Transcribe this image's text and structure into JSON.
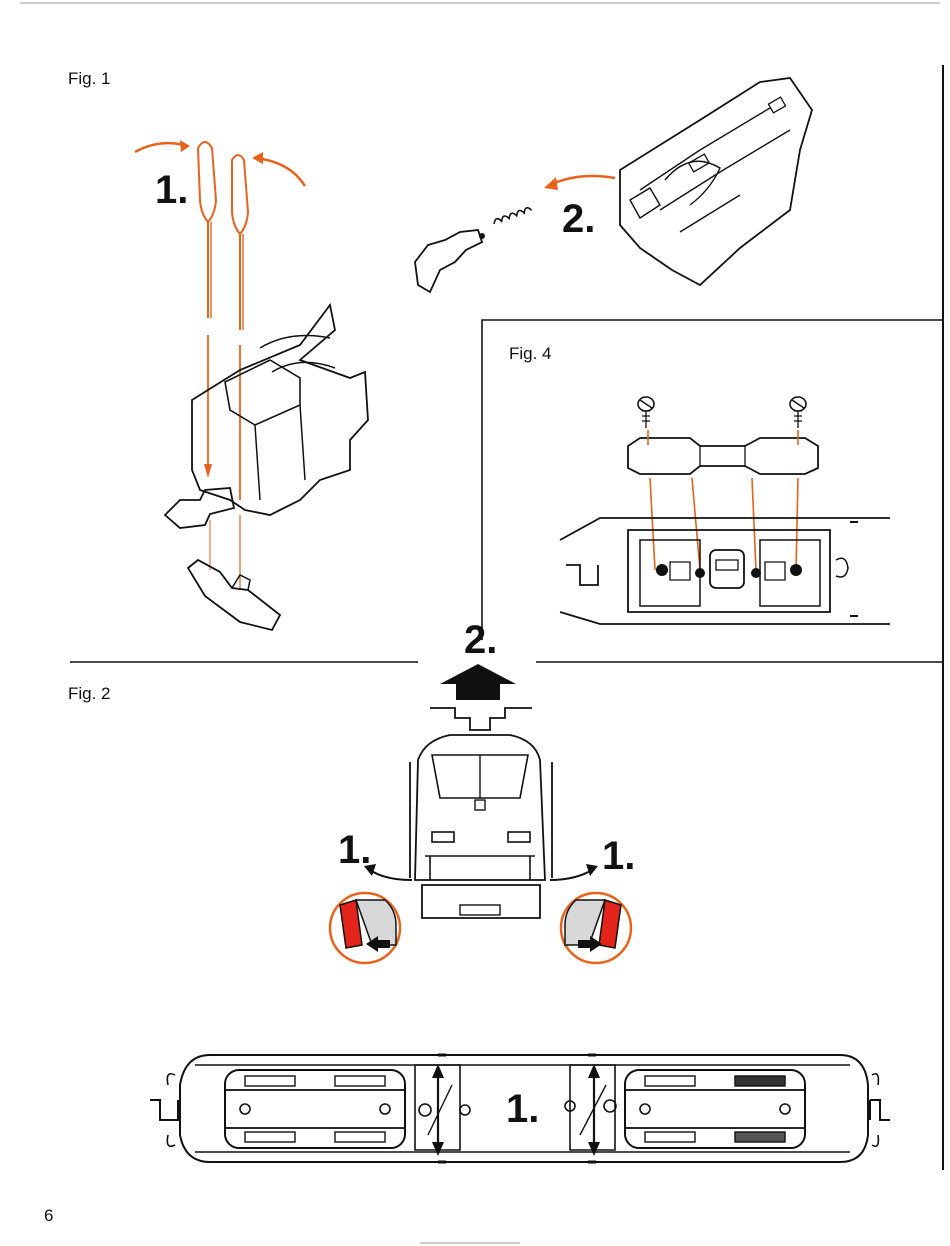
{
  "figures": {
    "fig1": {
      "label": "Fig. 1",
      "step1": "1.",
      "step2": "2."
    },
    "fig4": {
      "label": "Fig. 4"
    },
    "fig2": {
      "label": "Fig. 2",
      "step2": "2.",
      "step1_left": "1.",
      "step1_right": "1.",
      "step1_bottom": "1."
    }
  },
  "page_number": "6",
  "colors": {
    "accent_orange": "#e8621c",
    "accent_red": "#e3241b",
    "line": "#111111",
    "gray_fill": "#d8d8d8"
  }
}
